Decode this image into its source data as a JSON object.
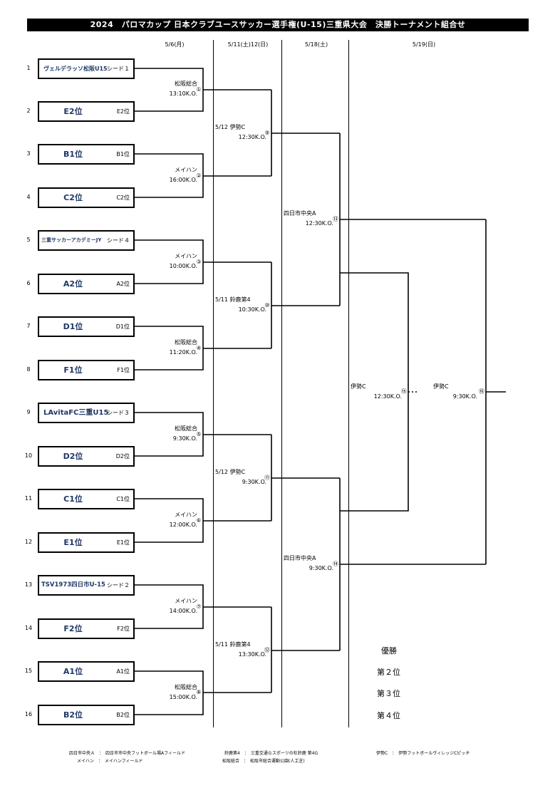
{
  "title": "2024　パロマカップ 日本クラブユースサッカー選手権(U-15)三重県大会　決勝トーナメント組合せ",
  "columns": [
    "5/6(月)",
    "5/11(土)12(日)",
    "5/18(土)",
    "5/19(日)"
  ],
  "teams": [
    {
      "num": "1",
      "name": "ヴェルデラッソ松阪U15",
      "tag": "シード１"
    },
    {
      "num": "2",
      "name": "E2位",
      "tag": "E2位"
    },
    {
      "num": "3",
      "name": "B1位",
      "tag": "B1位"
    },
    {
      "num": "4",
      "name": "C2位",
      "tag": "C2位"
    },
    {
      "num": "5",
      "name": "三重サッカーアカデミーJY",
      "tag": "シード４"
    },
    {
      "num": "6",
      "name": "A2位",
      "tag": "A2位"
    },
    {
      "num": "7",
      "name": "D1位",
      "tag": "D1位"
    },
    {
      "num": "8",
      "name": "F1位",
      "tag": "F1位"
    },
    {
      "num": "9",
      "name": "LAvitaFC三重U15",
      "tag": "シード３"
    },
    {
      "num": "10",
      "name": "D2位",
      "tag": "D2位"
    },
    {
      "num": "11",
      "name": "C1位",
      "tag": "C1位"
    },
    {
      "num": "12",
      "name": "E1位",
      "tag": "E1位"
    },
    {
      "num": "13",
      "name": "TSV1973四日市U-15",
      "tag": "シード２"
    },
    {
      "num": "14",
      "name": "F2位",
      "tag": "F2位"
    },
    {
      "num": "15",
      "name": "A1位",
      "tag": "A1位"
    },
    {
      "num": "16",
      "name": "B2位",
      "tag": "B2位"
    }
  ],
  "round1": [
    {
      "no": "①",
      "venue": "松阪総合",
      "time": "13:10K.O."
    },
    {
      "no": "②",
      "venue": "メイハン",
      "time": "16:00K.O."
    },
    {
      "no": "③",
      "venue": "メイハン",
      "time": "10:00K.O."
    },
    {
      "no": "④",
      "venue": "松阪総合",
      "time": "11:20K.O."
    },
    {
      "no": "⑤",
      "venue": "松阪総合",
      "time": "9:30K.O."
    },
    {
      "no": "⑥",
      "venue": "メイハン",
      "time": "12:00K.O."
    },
    {
      "no": "⑦",
      "venue": "メイハン",
      "time": "14:00K.O."
    },
    {
      "no": "⑧",
      "venue": "松阪総合",
      "time": "15:00K.O."
    }
  ],
  "round2": [
    {
      "no": "⑨",
      "venue": "5/12 伊勢C",
      "time": "12:30K.O."
    },
    {
      "no": "⑩",
      "venue": "5/11 鈴鹿第4",
      "time": "10:30K.O."
    },
    {
      "no": "⑪",
      "venue": "5/12 伊勢C",
      "time": "9:30K.O."
    },
    {
      "no": "⑫",
      "venue": "5/11 鈴鹿第4",
      "time": "13:30K.O."
    }
  ],
  "round3": [
    {
      "no": "⑬",
      "venue": "四日市中央A",
      "time": "12:30K.O."
    },
    {
      "no": "⑭",
      "venue": "四日市中央A",
      "time": "9:30K.O."
    }
  ],
  "third_place": {
    "no": "⑮",
    "venue": "伊勢C",
    "time": "12:30K.O."
  },
  "final": {
    "no": "⑯",
    "venue": "伊勢C",
    "time": "9:30K.O."
  },
  "ranks": [
    "優勝",
    "第２位",
    "第３位",
    "第４位"
  ],
  "venues_legend": [
    {
      "abbr": "四日市中央Ａ",
      "full": "四日市市中央フットボール場Aフィールド"
    },
    {
      "abbr": "メイハン",
      "full": "メイハンフィールド"
    },
    {
      "abbr": "鈴鹿第4",
      "full": "三重交通Ｇスポーツの杜鈴鹿 第4G"
    },
    {
      "abbr": "松阪総合",
      "full": "松阪市総合運動公園(人工芝)"
    },
    {
      "abbr": "伊勢C",
      "full": "伊勢フットボールヴィレッジCピッチ"
    }
  ]
}
